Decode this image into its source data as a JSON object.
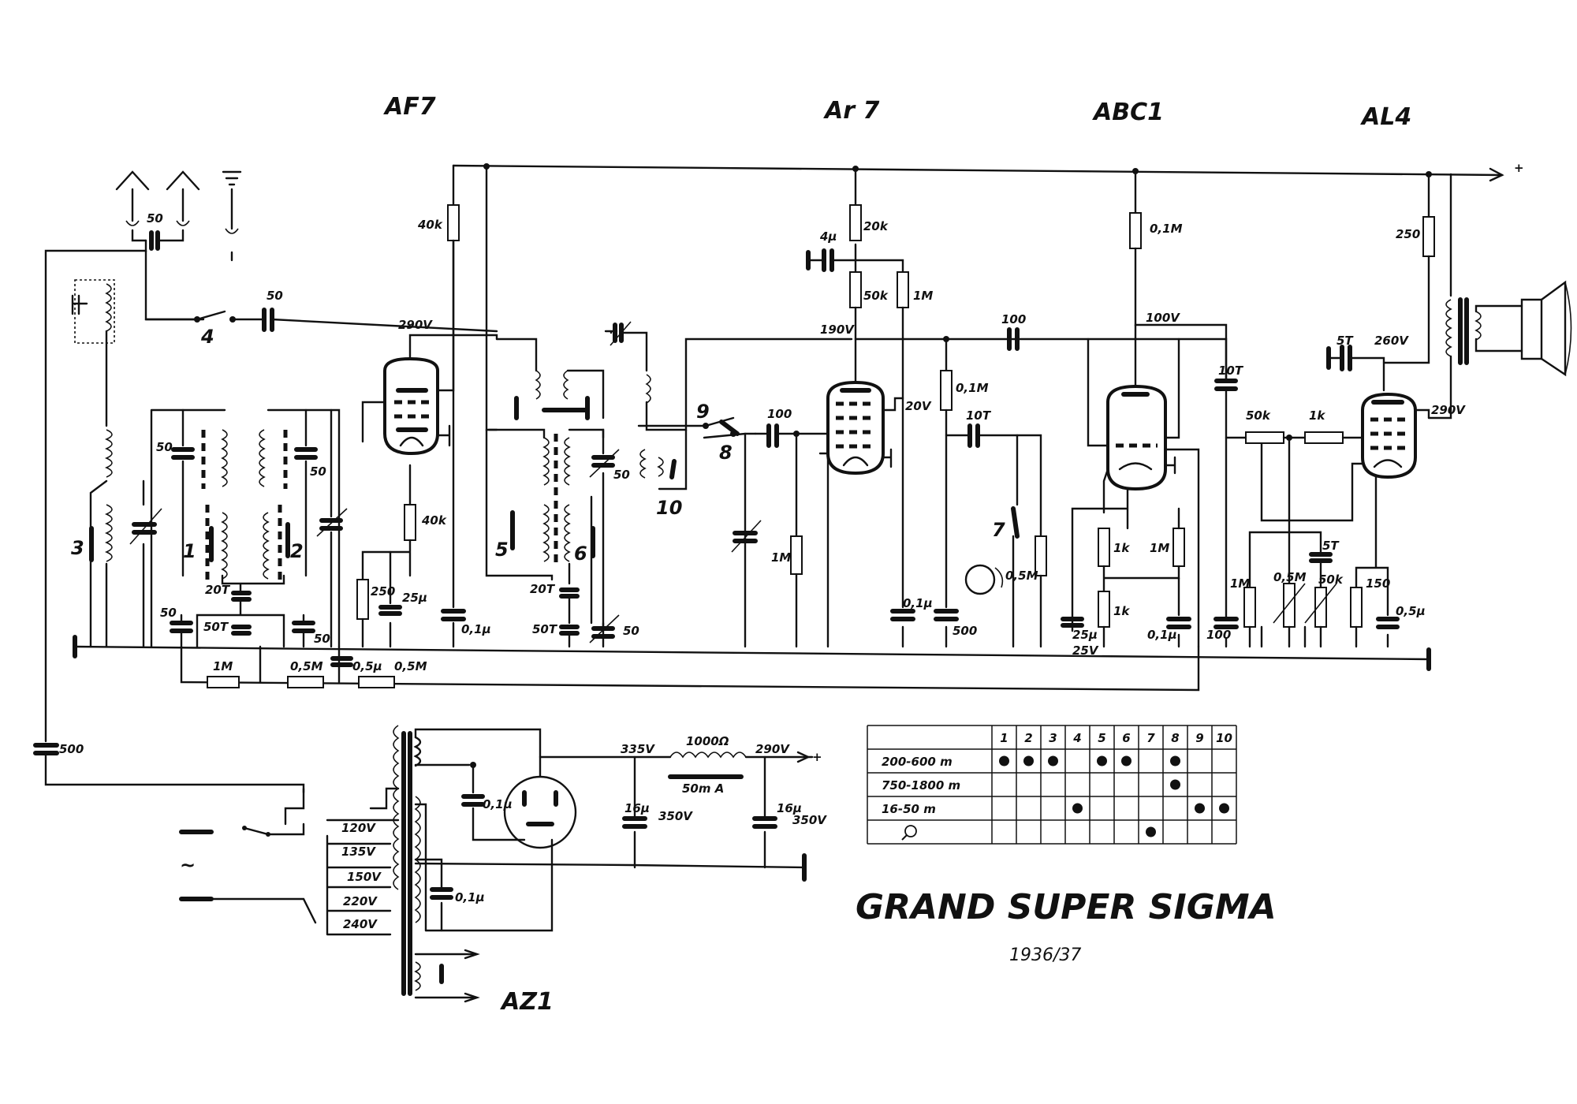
{
  "title": "GRAND SUPER SIGMA",
  "year": "1936/37",
  "tubes": [
    {
      "name": "AF7"
    },
    {
      "name": "Ar 7"
    },
    {
      "name": "ABC1"
    },
    {
      "name": "AL4"
    },
    {
      "name": "AZ1"
    }
  ],
  "switches": [
    "1",
    "2",
    "3",
    "4",
    "5",
    "6",
    "7",
    "8",
    "9",
    "10"
  ],
  "voltages": [
    "290V",
    "190V",
    "20V",
    "100V",
    "260V",
    "290V",
    "335V",
    "290V"
  ],
  "mains_taps": [
    "120V",
    "135V",
    "150V",
    "220V",
    "240V"
  ],
  "component_labels": {
    "c_ant": "50",
    "c_coup": "50",
    "c_500": "500",
    "r_40k_top": "40k",
    "r_40k_mid": "40k",
    "r_250": "250",
    "c_25u": "25μ",
    "c_01u_a": "0,1μ",
    "r_20k": "20k",
    "c_4u": "4μ",
    "r_50k_a": "50k",
    "r_1M_a": "1M",
    "r_01M_top": "0,1M",
    "c_100_top": "100",
    "c_100_grid": "100",
    "r_01M_mid": "0,1M",
    "c_10T_a": "10T",
    "r_1M_grid": "1M",
    "c_01u_b": "0,1μ",
    "c_500_b": "500",
    "r_05M_pot": "0,5M",
    "r_1k_a": "1k",
    "r_1k_b": "1k",
    "r_1M_b": "1M",
    "c_25u_b": "25μ",
    "v_25V": "25V",
    "c_01u_c": "0,1μ",
    "r_250_out": "250",
    "c_5T_top": "5T",
    "c_10T_b": "10T",
    "r_50k_b": "50k",
    "r_1k_c": "1k",
    "r_1M_c": "1M",
    "r_05M_c": "0,5M",
    "c_5T_b": "5T",
    "r_50k_c": "50k",
    "r_150": "150",
    "c_05u": "0,5μ",
    "c_100_b": "100",
    "c_50_l1": "50",
    "c_50_l2": "50",
    "c_50_r1": "50",
    "c_50_r2": "50",
    "c_20T": "20T",
    "c_50T": "50T",
    "c_20T_b": "20T",
    "c_50T_b": "50T",
    "c_50_b": "50",
    "c_50_osc": "50",
    "r_1M_bot": "1M",
    "r_05M_bot1": "0,5M",
    "c_05u_bot": "0,5μ",
    "r_05M_bot2": "0,5M",
    "c_01u_ps1": "0,1μ",
    "c_01u_ps2": "0,1μ",
    "r_choke": "1000Ω",
    "choke_cur": "50m A",
    "c_16u_a": "16μ",
    "c_16u_a_v": "350V",
    "c_16u_b": "16μ",
    "c_16u_b_v": "350V",
    "plus_a": "+",
    "plus_b": "+"
  },
  "band_table": {
    "columns": [
      "1",
      "2",
      "3",
      "4",
      "5",
      "6",
      "7",
      "8",
      "9",
      "10"
    ],
    "rows": [
      {
        "label": "200-600 m",
        "active": [
          1,
          2,
          3,
          5,
          6,
          8
        ]
      },
      {
        "label": "750-1800 m",
        "active": [
          8
        ]
      },
      {
        "label": "16-50 m",
        "active": [
          4,
          9,
          10
        ]
      },
      {
        "label": "",
        "icon": "magnifier-icon",
        "active": [
          7
        ]
      }
    ]
  }
}
